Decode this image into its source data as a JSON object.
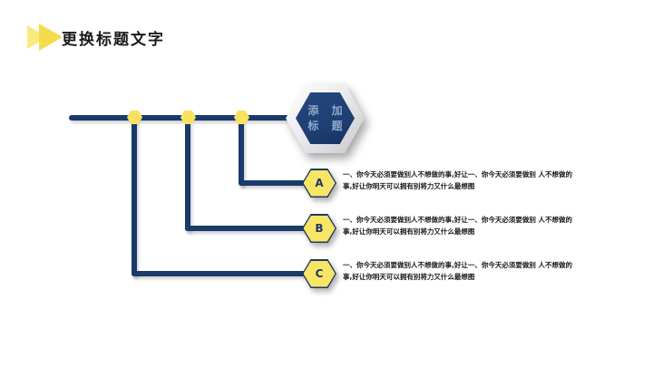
{
  "slide": {
    "title": {
      "text": "更换标题文字"
    },
    "icons": {
      "title_marker": "fast-forward-triangles"
    },
    "center_hex": {
      "line1": "添 加",
      "line2": "标 题"
    },
    "rows": [
      {
        "label": "A",
        "body": "一、你今天必须要做别人不想做的事,好让一、你今天必须要做别 人不想做的事,好让你明天可以拥有别将力又什么最想图"
      },
      {
        "label": "B",
        "body": "一、你今天必须要做别人不想做的事,好让一、你今天必须要做别 人不想做的事,好让你明天可以拥有别将力又什么最想图"
      },
      {
        "label": "C",
        "body": "一、你今天必须要做别人不想做的事,好让一、你今天必须要做别 人不想做的事,好让你明天可以拥有别将力又什么最想图"
      }
    ],
    "colors": {
      "line_navy": "#1A3A6B",
      "hex_navy": "#1E3F72",
      "hex_yellow": "#F8E565",
      "junction_yellow": "#F7E25F",
      "arrow_light_yellow": "#F9EA80",
      "arrow_gold": "#F6DC4B",
      "center_hex_text_blue": "#8FA9CE",
      "title_black": "#1A1A1A"
    }
  }
}
